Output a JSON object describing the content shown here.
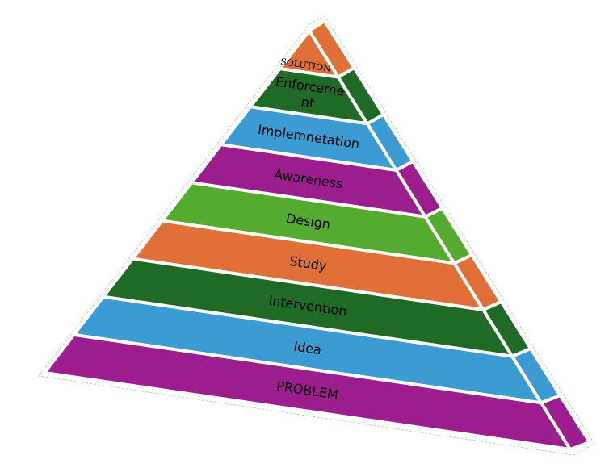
{
  "diagram": {
    "type": "pyramid",
    "layers_top_to_bottom": [
      {
        "label": "SOLUTION",
        "color": "#E07038"
      },
      {
        "label": "Enforceme\nnt",
        "color": "#1F6B25"
      },
      {
        "label": "Implemnetation",
        "color": "#3D9BD3"
      },
      {
        "label": "Awareness",
        "color": "#9C1E8E"
      },
      {
        "label": "Design",
        "color": "#55AA30"
      },
      {
        "label": "Study",
        "color": "#E07038"
      },
      {
        "label": "Intervention",
        "color": "#1F6B25"
      },
      {
        "label": "Idea",
        "color": "#3D9BD3"
      },
      {
        "label": "PROBLEM",
        "color": "#9C1E8E"
      }
    ]
  }
}
